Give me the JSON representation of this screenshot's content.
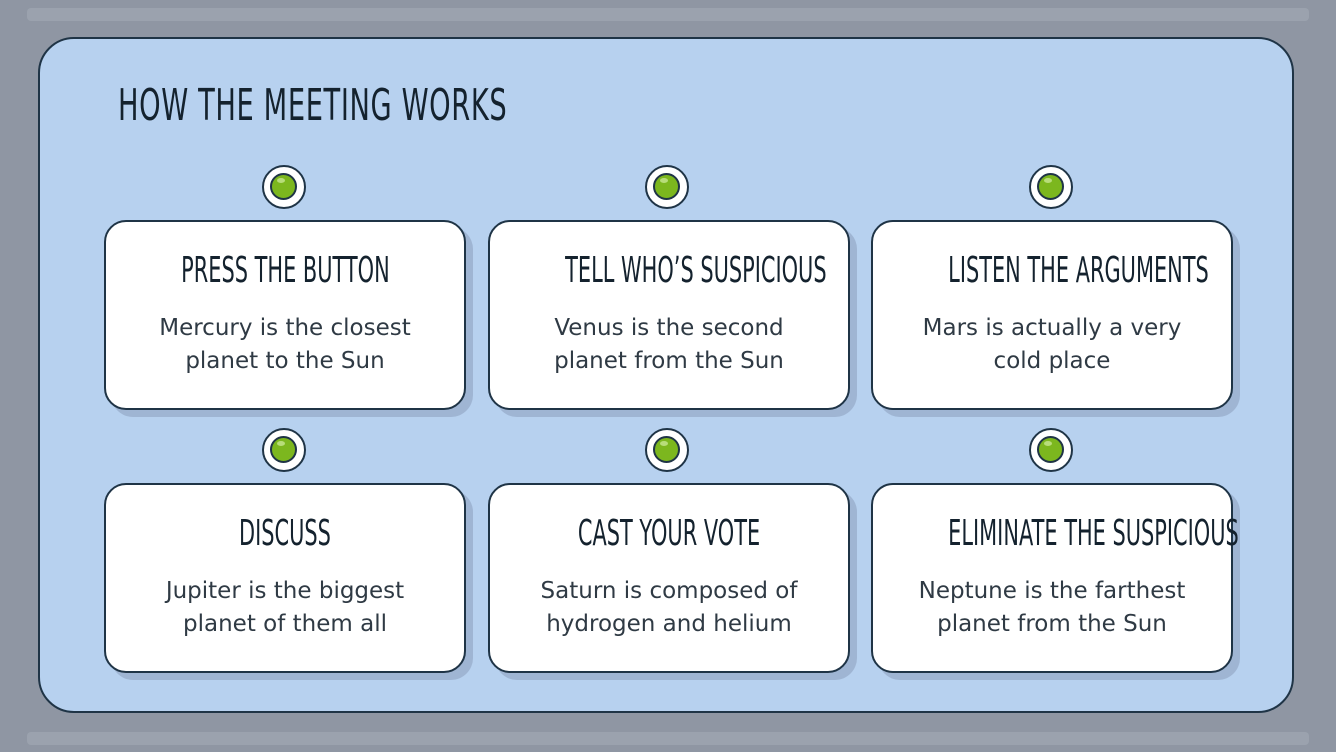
{
  "slide": {
    "title": "HOW THE MEETING WORKS",
    "colors": {
      "background": "#8f96a3",
      "panel": "#b7d1ef",
      "outline": "#1f3446",
      "card": "#ffffff",
      "dot": "#7cb71e"
    },
    "cards": [
      {
        "title": "PRESS THE BUTTON",
        "desc1": "Mercury is the closest",
        "desc2": "planet to the Sun"
      },
      {
        "title": "TELL WHO’S SUSPICIOUS",
        "desc1": "Venus is the second",
        "desc2": "planet from the Sun"
      },
      {
        "title": "LISTEN THE ARGUMENTS",
        "desc1": "Mars is actually a very",
        "desc2": "cold place"
      },
      {
        "title": "DISCUSS",
        "desc1": "Jupiter is the biggest",
        "desc2": "planet of them all"
      },
      {
        "title": "CAST YOUR VOTE",
        "desc1": "Saturn is composed of",
        "desc2": "hydrogen and helium"
      },
      {
        "title": "ELIMINATE THE SUSPICIOUS",
        "desc1": "Neptune is the farthest",
        "desc2": "planet from the Sun"
      }
    ]
  }
}
